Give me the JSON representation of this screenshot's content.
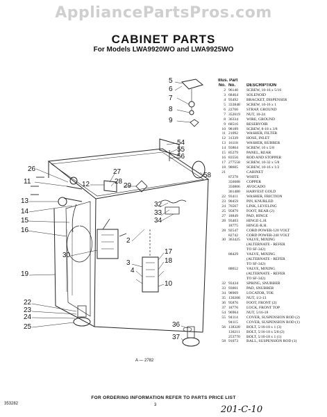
{
  "site": "AppliancePartsPros.com",
  "title": "CABINET PARTS",
  "subtitle": "For Models LWA9920WO and LWA9925WO",
  "table": {
    "header_top": "Illus. Part",
    "headers": [
      "No.",
      "No.",
      "DESCRIPTION"
    ],
    "rows": [
      [
        "2",
        "96140",
        "SCREW, 10-16 x 5/16"
      ],
      [
        "3",
        "68464",
        "SOLENOID"
      ],
      [
        "4",
        "93492",
        "BRACKET, DISPENSER"
      ],
      [
        "5",
        "333848",
        "SCREW, 10-16 x 1"
      ],
      [
        "6",
        "22766",
        "STRAP, GROUND"
      ],
      [
        "7",
        "352619",
        "NUT, 10-24"
      ],
      [
        "8",
        "36334",
        "WIRE, GROUND"
      ],
      [
        "9",
        "68516",
        "RESERVOIR"
      ],
      [
        "10",
        "98189",
        "SCREW, 8-18 x 3/8"
      ],
      [
        "11",
        "21092",
        "WASHER, FILTER"
      ],
      [
        "12",
        "31339",
        "HOSE, INLET"
      ],
      [
        "13",
        "16118",
        "WASHER, RUBBER"
      ],
      [
        "14",
        "93864",
        "SCREW, 10 x 5/8"
      ],
      [
        "15",
        "85279",
        "PANEL, REAR"
      ],
      [
        "16",
        "83556",
        "ROD AND STOPPER"
      ],
      [
        "17",
        "277558",
        "SCREW, 10-32 x 5/8"
      ],
      [
        "18",
        "98605",
        "SCREW, 10-16 x 1/2"
      ],
      [
        "21",
        "",
        "CABINET"
      ],
      [
        "",
        "87278",
        "WHITE"
      ],
      [
        "",
        "356088",
        "COPPER"
      ],
      [
        "",
        "350806",
        "AVOCADO"
      ],
      [
        "",
        "361480",
        "HARVEST GOLD"
      ],
      [
        "22",
        "93411",
        "WASHER, FRICTION"
      ],
      [
        "23",
        "90459",
        "PIN, KNURLED"
      ],
      [
        "24",
        "76567",
        "LINK, LEVELING"
      ],
      [
        "25",
        "95879",
        "FOOT, REAR (2)"
      ],
      [
        "27",
        "18849",
        "PAD, HINGE"
      ],
      [
        "28",
        "93403",
        "HINGE-L.H."
      ],
      [
        "",
        "18775",
        "HINGE-R.H."
      ],
      [
        "28",
        "92547",
        "CORD POWER-120 VOLT"
      ],
      [
        "",
        "82742",
        "CORD POWER-240 VOLT"
      ],
      [
        "30",
        "363425",
        "VALVE, MIXING"
      ],
      [
        "",
        "",
        "(ALTERNATE - REFER"
      ],
      [
        "",
        "",
        "TO SF-342)"
      ],
      [
        "",
        "88429",
        "VALVE, MIXING"
      ],
      [
        "",
        "",
        "(ALTERNATE - REFER"
      ],
      [
        "",
        "",
        "TO SF-342)"
      ],
      [
        "",
        "88652",
        "VALVE, MIXING"
      ],
      [
        "",
        "",
        "(ALTERNATE - REFER"
      ],
      [
        "",
        "",
        "TO SF-342)"
      ],
      [
        "32",
        "93434",
        "SPRING, SNUBBER"
      ],
      [
        "33",
        "93061",
        "PAD, SNUBBER"
      ],
      [
        "34",
        "98969",
        "LOCATOR, TOE"
      ],
      [
        "35",
        "130208",
        "NUT, 1/2-13"
      ],
      [
        "36",
        "95876",
        "FOOT, FRONT (2)"
      ],
      [
        "37",
        "18776",
        "LOCK, FRONT TOP"
      ],
      [
        "54",
        "96964",
        "NUT, 5/16-18"
      ],
      [
        "55",
        "94114",
        "COVER, SUSPENSION ROD (2)"
      ],
      [
        "",
        "94115",
        "COVER, SUSPENSION ROD (1)"
      ],
      [
        "56",
        "138328",
        "BOLT, 5/16-18 x 1 (3)"
      ],
      [
        "",
        "130211",
        "BOLT, 5/16-18 x 5/8 (2)"
      ],
      [
        "",
        "253770",
        "BOLT, 5/16-18 x 1 (1)"
      ],
      [
        "58",
        "91073",
        "BALL, SUSPENSION ROD (1)"
      ]
    ]
  },
  "callouts": [
    "5",
    "6",
    "7",
    "8",
    "9",
    "54",
    "55",
    "56",
    "58",
    "26",
    "27",
    "28",
    "29",
    "11",
    "12",
    "13",
    "14",
    "15",
    "16",
    "32",
    "33",
    "34",
    "2",
    "3",
    "4",
    "30",
    "19",
    "17",
    "18",
    "10",
    "22",
    "23",
    "24",
    "25",
    "36",
    "37"
  ],
  "figure_id": "A — 2782",
  "page_number": "3",
  "footer": "FOR ORDERING INFORMATION REFER TO PARTS PRICE LIST",
  "lower_code": "353282",
  "handwritten": "201-C-10"
}
